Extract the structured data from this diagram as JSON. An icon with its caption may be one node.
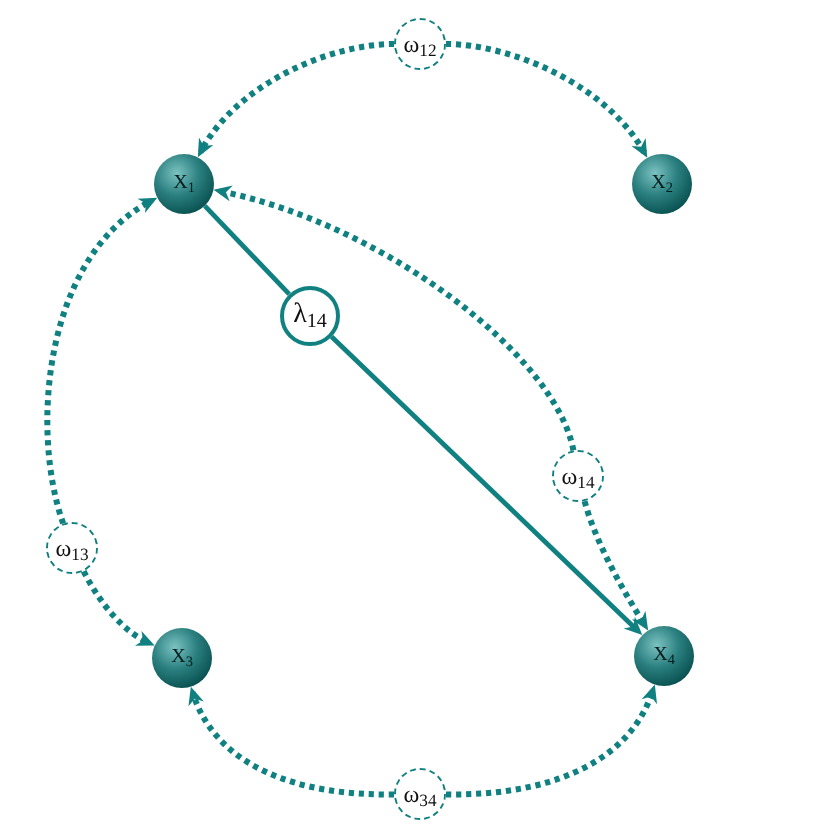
{
  "diagram": {
    "nodes": [
      {
        "text": [
          "ω$_{12}$"
        ]
      },
      {
        "text": [
          "X$_{1}$"
        ]
      },
      {
        "text": [
          "X$_{2}$"
        ]
      },
      {
        "text": [
          "λ$_{14}$"
        ]
      },
      {
        "text": [
          "ω$_{14}$"
        ]
      },
      {
        "text": [
          "ω$_{13}$"
        ]
      },
      {
        "text": [
          "X$_{3}$"
        ]
      },
      {
        "text": [
          "X$_{4}$"
        ]
      },
      {
        "text": [
          "ω$_{34}$"
        ]
      }
    ],
    "edges": [
      {
        "from": 0,
        "to": 1,
        "arrow": "to",
        "style": "dashed"
      },
      {
        "from": 0,
        "to": 2,
        "arrow": "to",
        "style": "dashed"
      },
      {
        "from": 1,
        "to": 3,
        "arrow": "none"
      },
      {
        "from": 3,
        "to": 7,
        "arrow": "to"
      },
      {
        "from": 4,
        "to": 1,
        "arrow": "to",
        "style": "dashed"
      },
      {
        "from": 4,
        "to": 7,
        "arrow": "to",
        "style": "dashed"
      },
      {
        "from": 5,
        "to": 1,
        "arrow": "to",
        "style": "dashed"
      },
      {
        "from": 5,
        "to": 6,
        "arrow": "to",
        "style": "dashed"
      },
      {
        "from": 8,
        "to": 6,
        "arrow": "to",
        "style": "dashed"
      },
      {
        "from": 8,
        "to": 7,
        "arrow": "to",
        "style": "dashed"
      }
    ]
  }
}
